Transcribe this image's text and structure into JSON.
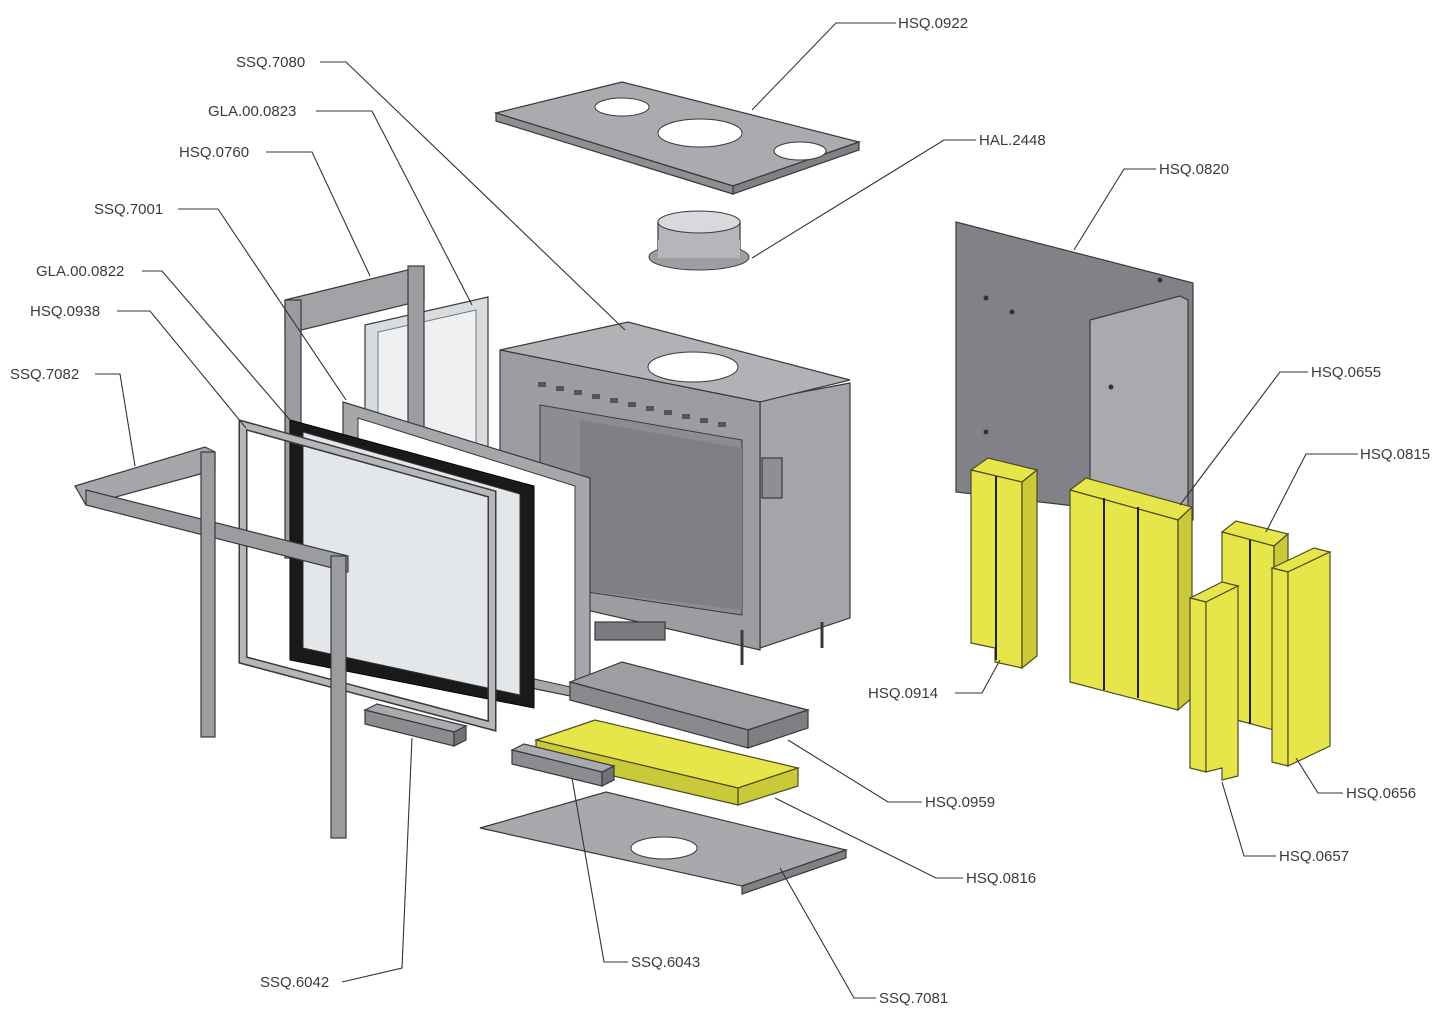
{
  "diagram": {
    "labels": {
      "hsq0922": "HSQ.0922",
      "ssq7080": "SSQ.7080",
      "gla000823": "GLA.00.0823",
      "hal2448": "HAL.2448",
      "hsq0760": "HSQ.0760",
      "hsq0820": "HSQ.0820",
      "ssq7001": "SSQ.7001",
      "gla000822": "GLA.00.0822",
      "hsq0938": "HSQ.0938",
      "hsq0655": "HSQ.0655",
      "ssq7082": "SSQ.7082",
      "hsq0815": "HSQ.0815",
      "hsq0914": "HSQ.0914",
      "hsq0959": "HSQ.0959",
      "hsq0656": "HSQ.0656",
      "hsq0816": "HSQ.0816",
      "hsq0657": "HSQ.0657",
      "ssq6043": "SSQ.6043",
      "ssq6042": "SSQ.6042",
      "ssq7081": "SSQ.7081"
    },
    "colors": {
      "metal": "#a7a9ad",
      "metal_dark": "#7f8186",
      "insulation": "#e6e64a",
      "glass": "#e8ebee"
    }
  }
}
